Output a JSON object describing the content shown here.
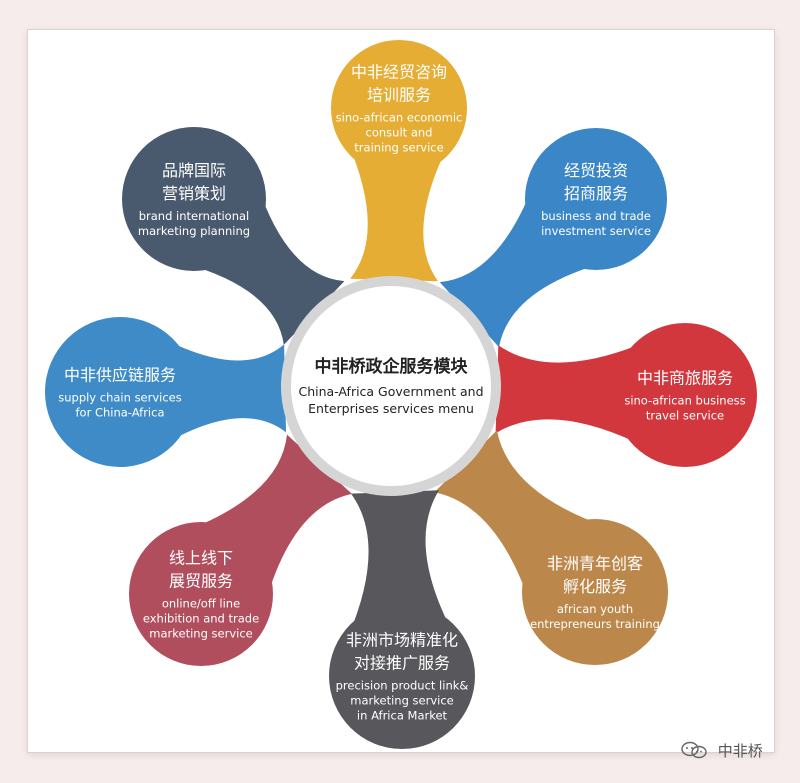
{
  "colors": {
    "center_ring": "#d5d5d5",
    "center_fill": "#ffffff"
  },
  "center": {
    "zh": "中非桥政企服务模块",
    "en_line1": "China-Africa Government and",
    "en_line2": "Enterprises services menu"
  },
  "nodes": [
    {
      "id": "consult",
      "color": "#e5ad33",
      "zh_line1": "中非经贸咨询",
      "zh_line2": "培训服务",
      "en_line1": "sino-african economic",
      "en_line2": "consult and",
      "en_line3": "training service"
    },
    {
      "id": "investment",
      "color": "#3a86c6",
      "zh_line1": "经贸投资",
      "zh_line2": "招商服务",
      "en_line1": "business and trade",
      "en_line2": "investment service",
      "en_line3": ""
    },
    {
      "id": "travel",
      "color": "#d3373e",
      "zh_line1": "中非商旅服务",
      "zh_line2": "",
      "en_line1": "sino-african business",
      "en_line2": "travel service",
      "en_line3": ""
    },
    {
      "id": "youth",
      "color": "#bb874a",
      "zh_line1": "非洲青年创客",
      "zh_line2": "孵化服务",
      "en_line1": "african youth",
      "en_line2": "entrepreneurs training",
      "en_line3": ""
    },
    {
      "id": "precision",
      "color": "#57575c",
      "zh_line1": "非洲市场精准化",
      "zh_line2": "对接推广服务",
      "en_line1": "precision product link&",
      "en_line2": "marketing service",
      "en_line3": "in Africa Market"
    },
    {
      "id": "exhibition",
      "color": "#b14e5d",
      "zh_line1": "线上线下",
      "zh_line2": "展贸服务",
      "en_line1": "online/off line",
      "en_line2": "exhibition and trade",
      "en_line3": "marketing service"
    },
    {
      "id": "supply",
      "color": "#3f8bc7",
      "zh_line1": "中非供应链服务",
      "zh_line2": "",
      "en_line1": "supply chain services",
      "en_line2": "for China-Africa",
      "en_line3": ""
    },
    {
      "id": "brand",
      "color": "#4a5a6e",
      "zh_line1": "品牌国际",
      "zh_line2": "营销策划",
      "en_line1": "brand international",
      "en_line2": "marketing planning",
      "en_line3": ""
    }
  ],
  "watermark": {
    "text": "中非桥",
    "icon": "wechat-icon"
  }
}
